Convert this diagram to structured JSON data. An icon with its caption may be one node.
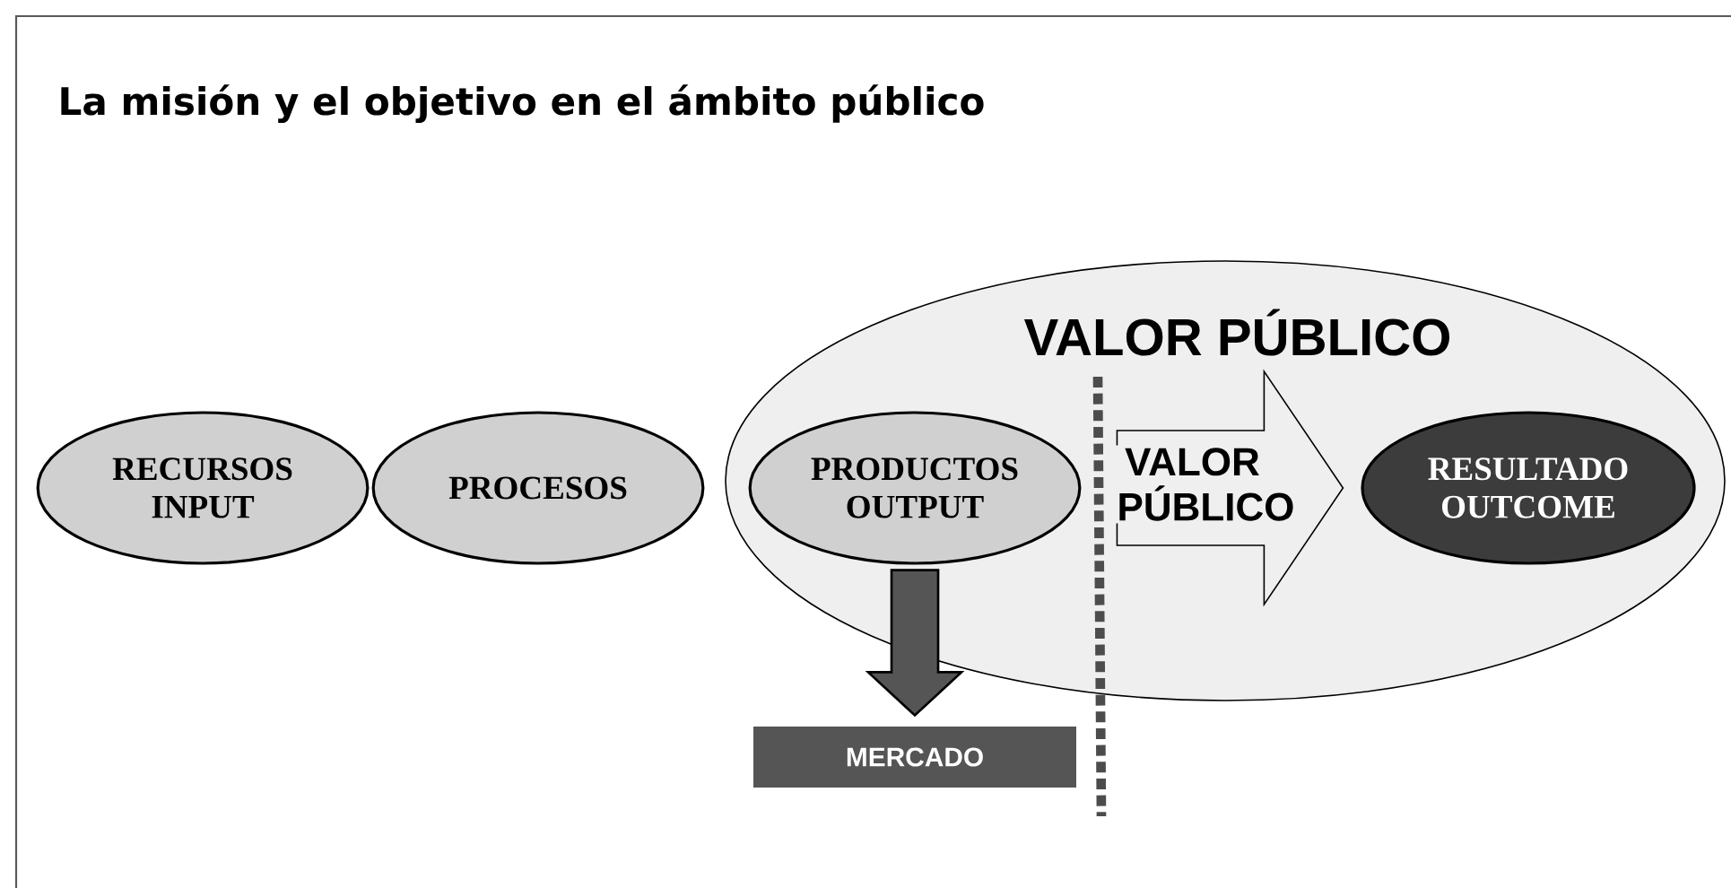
{
  "diagram": {
    "title": "La misión y el objetivo en el ámbito público",
    "nodes": [
      {
        "text": [
          "RECURSOS INPUT"
        ]
      },
      {
        "text": [
          "PROCESOS"
        ]
      },
      {
        "text": [
          "VALOR PÚBLICO"
        ]
      },
      {
        "text": [
          "PRODUCTOS OUTPUT"
        ],
        "in": 2
      },
      {
        "text": [
          "RESULTADO OUTCOME"
        ],
        "in": 2
      },
      {
        "text": [
          "MERCADO"
        ]
      }
    ],
    "edges": [
      {
        "from": 3,
        "to": 4,
        "arrow": "to",
        "label": "VALOR PÚBLICO",
        "style": "thick"
      },
      {
        "from": 3,
        "to": 5,
        "arrow": "to",
        "style": "thick",
        "color": "#555555"
      }
    ]
  }
}
